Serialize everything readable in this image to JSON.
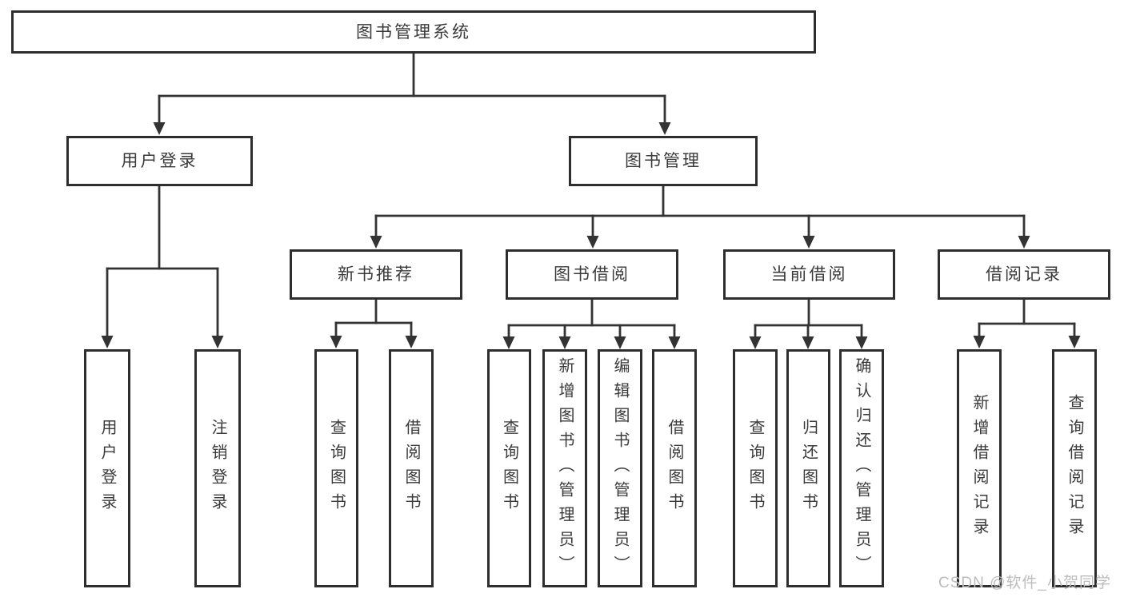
{
  "diagram": {
    "type": "hierarchy-tree",
    "root": {
      "label": "图书管理系统"
    },
    "level2": [
      {
        "id": "user-login",
        "label": "用户登录"
      },
      {
        "id": "book-management",
        "label": "图书管理"
      }
    ],
    "user_login_children": [
      {
        "label": "用户登录"
      },
      {
        "label": "注销登录"
      }
    ],
    "book_management_children": [
      {
        "id": "new-book-recommend",
        "label": "新书推荐"
      },
      {
        "id": "book-borrow",
        "label": "图书借阅"
      },
      {
        "id": "current-borrow",
        "label": "当前借阅"
      },
      {
        "id": "borrow-records",
        "label": "借阅记录"
      }
    ],
    "new_book_recommend_children": [
      {
        "label": "查询图书"
      },
      {
        "label": "借阅图书"
      }
    ],
    "book_borrow_children": [
      {
        "label": "查询图书"
      },
      {
        "label": "新增图书（管理员）"
      },
      {
        "label": "编辑图书（管理员）"
      },
      {
        "label": "借阅图书"
      }
    ],
    "current_borrow_children": [
      {
        "label": "查询图书"
      },
      {
        "label": "归还图书"
      },
      {
        "label": "确认归还（管理员）"
      }
    ],
    "borrow_records_children": [
      {
        "label": "新增借阅记录"
      },
      {
        "label": "查询借阅记录"
      }
    ]
  },
  "watermark": "CSDN @软件_小贺同学",
  "colors": {
    "line": "#333333",
    "box_border": "#2e2e2e",
    "text": "#3a3a3a",
    "watermark": "#bcbcbc",
    "background": "#ffffff"
  }
}
